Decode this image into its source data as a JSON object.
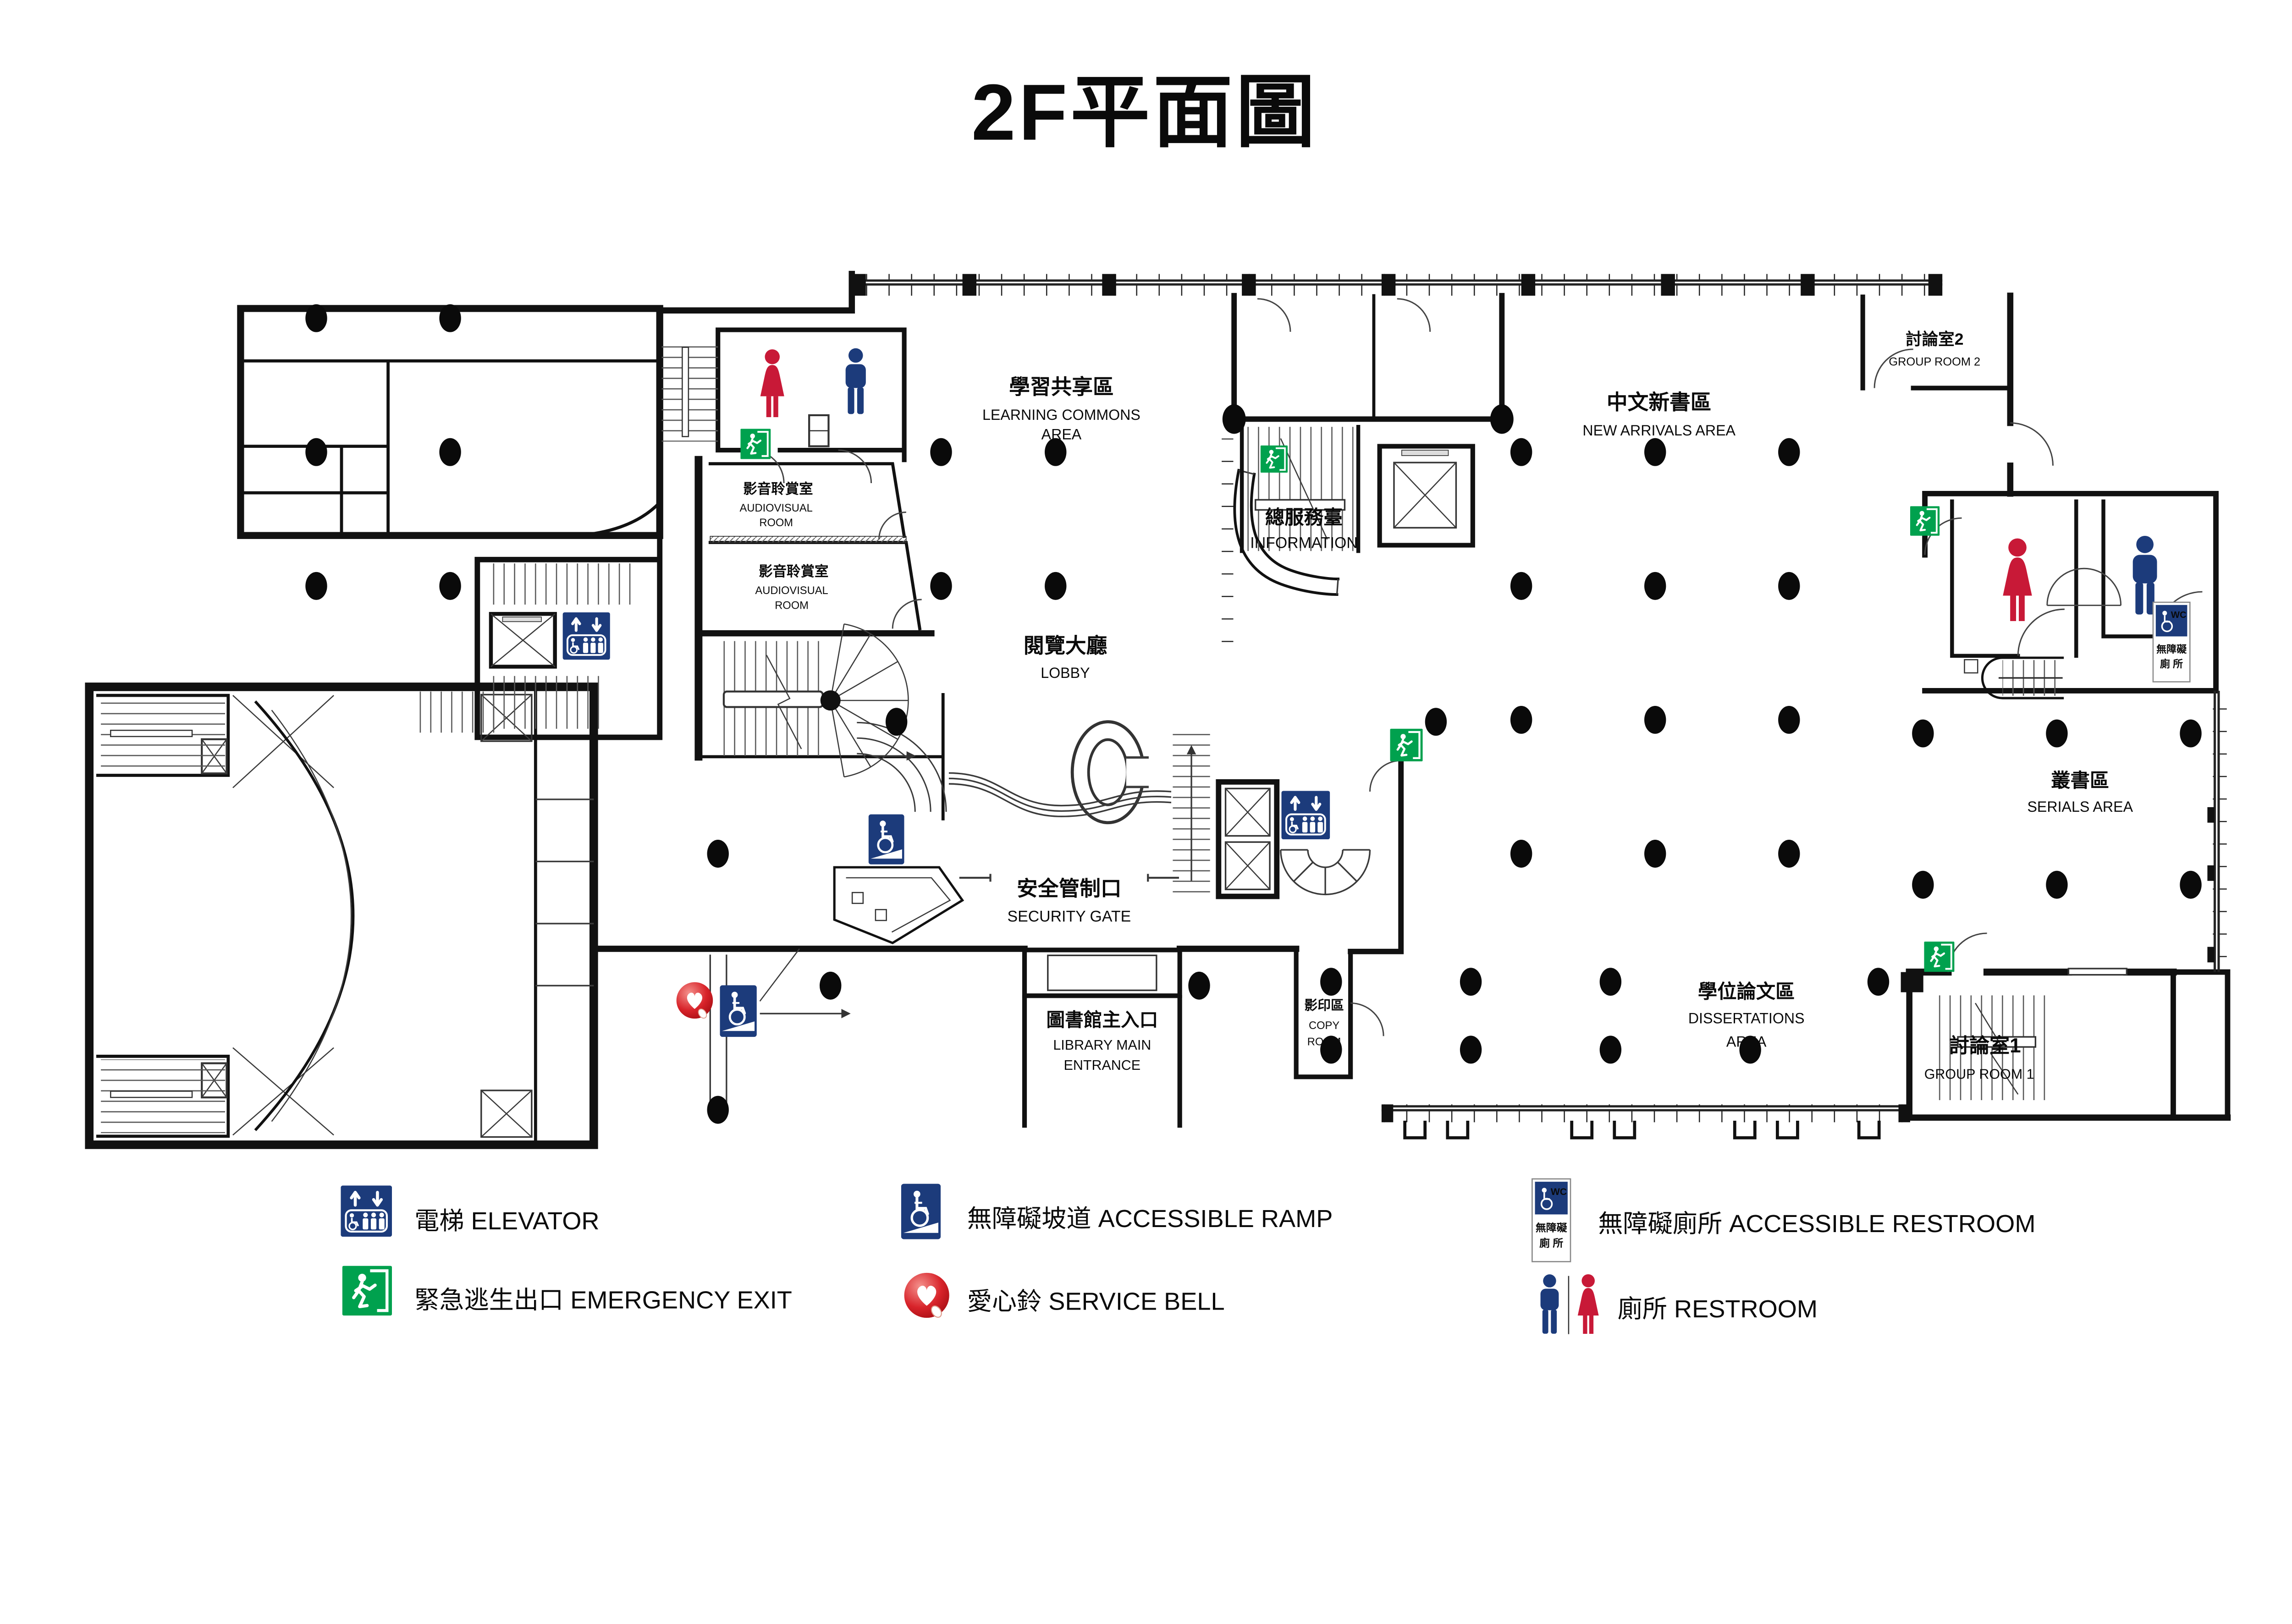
{
  "title": "2F平面圖",
  "colors": {
    "exit_green": "#00A14E",
    "sign_navy": "#1C3B7B",
    "woman_red": "#C81937",
    "bell_red": "#C00511",
    "wall_black": "#111111"
  },
  "areas": {
    "learning_commons": {
      "zh": "學習共享區",
      "en1": "LEARNING COMMONS",
      "en2": "AREA"
    },
    "new_arrivals": {
      "zh": "中文新書區",
      "en1": "NEW ARRIVALS AREA"
    },
    "group_room_2": {
      "zh": "討論室2",
      "en1": "GROUP ROOM 2"
    },
    "audiovisual_room_upper": {
      "zh": "影音聆賞室",
      "en1": "AUDIOVISUAL",
      "en2": "ROOM"
    },
    "audiovisual_room_lower": {
      "zh": "影音聆賞室",
      "en1": "AUDIOVISUAL",
      "en2": "ROOM"
    },
    "information": {
      "zh": "總服務臺",
      "en1": "INFORMATION"
    },
    "lobby": {
      "zh": "閱覽大廳",
      "en1": "LOBBY"
    },
    "security_gate": {
      "zh": "安全管制口",
      "en1": "SECURITY GATE"
    },
    "library_main_entrance": {
      "zh": "圖書館主入口",
      "en1": "LIBRARY MAIN",
      "en2": "ENTRANCE"
    },
    "copy_room": {
      "zh": "影印區",
      "en1": "COPY",
      "en2": "ROOM"
    },
    "dissertations": {
      "zh": "學位論文區",
      "en1": "DISSERTATIONS",
      "en2": "AREA"
    },
    "serials": {
      "zh": "叢書區",
      "en1": "SERIALS AREA"
    },
    "group_room_1": {
      "zh": "討論室1",
      "en1": "GROUP ROOM 1"
    }
  },
  "signs": {
    "wc": "WC",
    "accessible_line1": "無障礙",
    "accessible_line2": "廁 所"
  },
  "legend": {
    "elevator": "電梯 ELEVATOR",
    "emergency_exit": "緊急逃生出口 EMERGENCY EXIT",
    "accessible_ramp": "無障礙坡道 ACCESSIBLE RAMP",
    "service_bell": "愛心鈴 SERVICE BELL",
    "accessible_restroom": "無障礙廁所 ACCESSIBLE RESTROOM",
    "restroom": "廁所 RESTROOM"
  }
}
